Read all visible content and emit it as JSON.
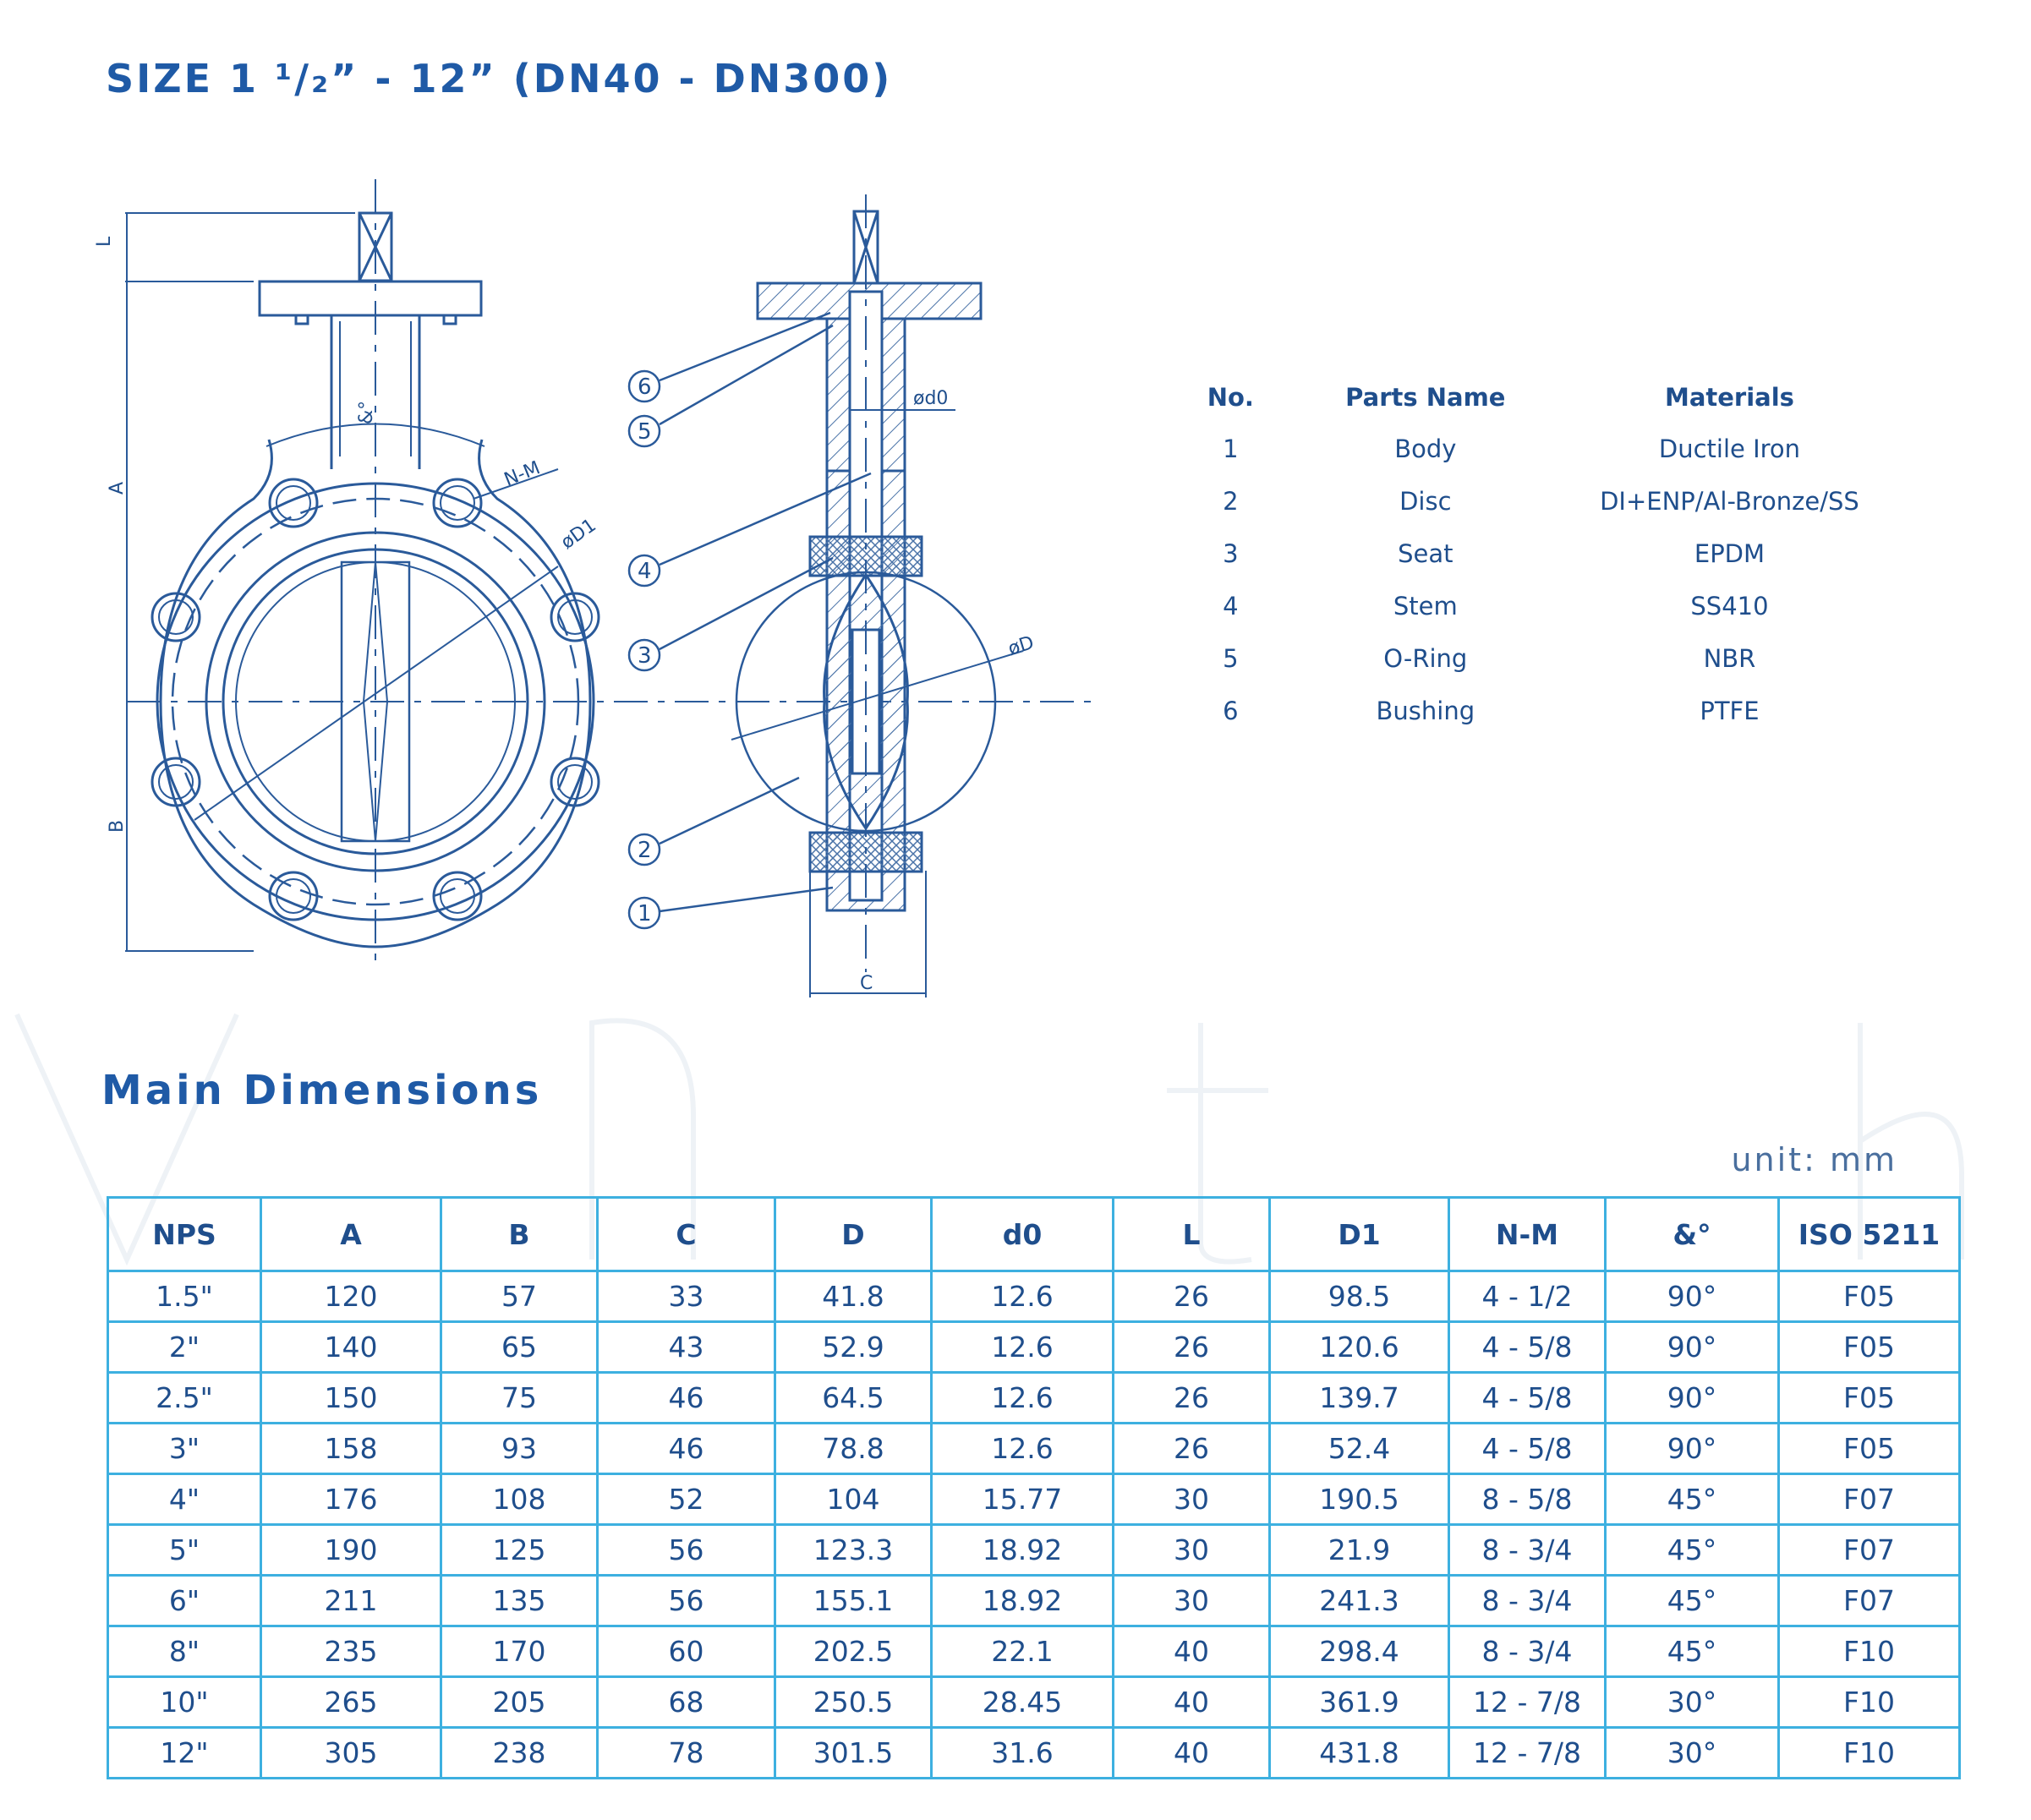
{
  "page": {
    "title": "SIZE 1 ¹/₂” - 12” (DN40 - DN300)"
  },
  "drawing": {
    "dim_labels": {
      "L": "L",
      "A": "A",
      "B": "B",
      "C": "C",
      "angle": "&°",
      "nm": "N-M",
      "d1": "øD1",
      "d": "øD",
      "d0": "ød0"
    },
    "callouts": [
      "6",
      "5",
      "4",
      "3",
      "2",
      "1"
    ]
  },
  "parts": {
    "headers": {
      "no": "No.",
      "name": "Parts Name",
      "material": "Materials"
    },
    "rows": [
      {
        "no": "1",
        "name": "Body",
        "material": "Ductile Iron"
      },
      {
        "no": "2",
        "name": "Disc",
        "material": "DI+ENP/Al-Bronze/SS"
      },
      {
        "no": "3",
        "name": "Seat",
        "material": "EPDM"
      },
      {
        "no": "4",
        "name": "Stem",
        "material": "SS410"
      },
      {
        "no": "5",
        "name": "O-Ring",
        "material": "NBR"
      },
      {
        "no": "6",
        "name": "Bushing",
        "material": "PTFE"
      }
    ]
  },
  "dimensions": {
    "title": "Main Dimensions",
    "unit": "unit: mm",
    "headers": {
      "nps": "NPS",
      "a": "A",
      "b": "B",
      "c": "C",
      "d": "D",
      "d0": "d0",
      "l": "L",
      "d1": "D1",
      "nm": "N-M",
      "angle": "&°",
      "iso": "ISO 5211"
    },
    "rows": [
      {
        "nps": "1.5\"",
        "a": "120",
        "b": "57",
        "c": "33",
        "d": "41.8",
        "d0": "12.6",
        "l": "26",
        "d1": "98.5",
        "nm": "4 - 1/2",
        "angle": "90°",
        "iso": "F05"
      },
      {
        "nps": "2\"",
        "a": "140",
        "b": "65",
        "c": "43",
        "d": "52.9",
        "d0": "12.6",
        "l": "26",
        "d1": "120.6",
        "nm": "4 - 5/8",
        "angle": "90°",
        "iso": "F05"
      },
      {
        "nps": "2.5\"",
        "a": "150",
        "b": "75",
        "c": "46",
        "d": "64.5",
        "d0": "12.6",
        "l": "26",
        "d1": "139.7",
        "nm": "4 - 5/8",
        "angle": "90°",
        "iso": "F05"
      },
      {
        "nps": "3\"",
        "a": "158",
        "b": "93",
        "c": "46",
        "d": "78.8",
        "d0": "12.6",
        "l": "26",
        "d1": "52.4",
        "nm": "4 - 5/8",
        "angle": "90°",
        "iso": "F05"
      },
      {
        "nps": "4\"",
        "a": "176",
        "b": "108",
        "c": "52",
        "d": "104",
        "d0": "15.77",
        "l": "30",
        "d1": "190.5",
        "nm": "8 - 5/8",
        "angle": "45°",
        "iso": "F07"
      },
      {
        "nps": "5\"",
        "a": "190",
        "b": "125",
        "c": "56",
        "d": "123.3",
        "d0": "18.92",
        "l": "30",
        "d1": "21.9",
        "nm": "8 - 3/4",
        "angle": "45°",
        "iso": "F07"
      },
      {
        "nps": "6\"",
        "a": "211",
        "b": "135",
        "c": "56",
        "d": "155.1",
        "d0": "18.92",
        "l": "30",
        "d1": "241.3",
        "nm": "8 - 3/4",
        "angle": "45°",
        "iso": "F07"
      },
      {
        "nps": "8\"",
        "a": "235",
        "b": "170",
        "c": "60",
        "d": "202.5",
        "d0": "22.1",
        "l": "40",
        "d1": "298.4",
        "nm": "8 - 3/4",
        "angle": "45°",
        "iso": "F10"
      },
      {
        "nps": "10\"",
        "a": "265",
        "b": "205",
        "c": "68",
        "d": "250.5",
        "d0": "28.45",
        "l": "40",
        "d1": "361.9",
        "nm": "12 - 7/8",
        "angle": "30°",
        "iso": "F10"
      },
      {
        "nps": "12\"",
        "a": "305",
        "b": "238",
        "c": "78",
        "d": "301.5",
        "d0": "31.6",
        "l": "40",
        "d1": "431.8",
        "nm": "12 - 7/8",
        "angle": "30°",
        "iso": "F10"
      }
    ]
  }
}
